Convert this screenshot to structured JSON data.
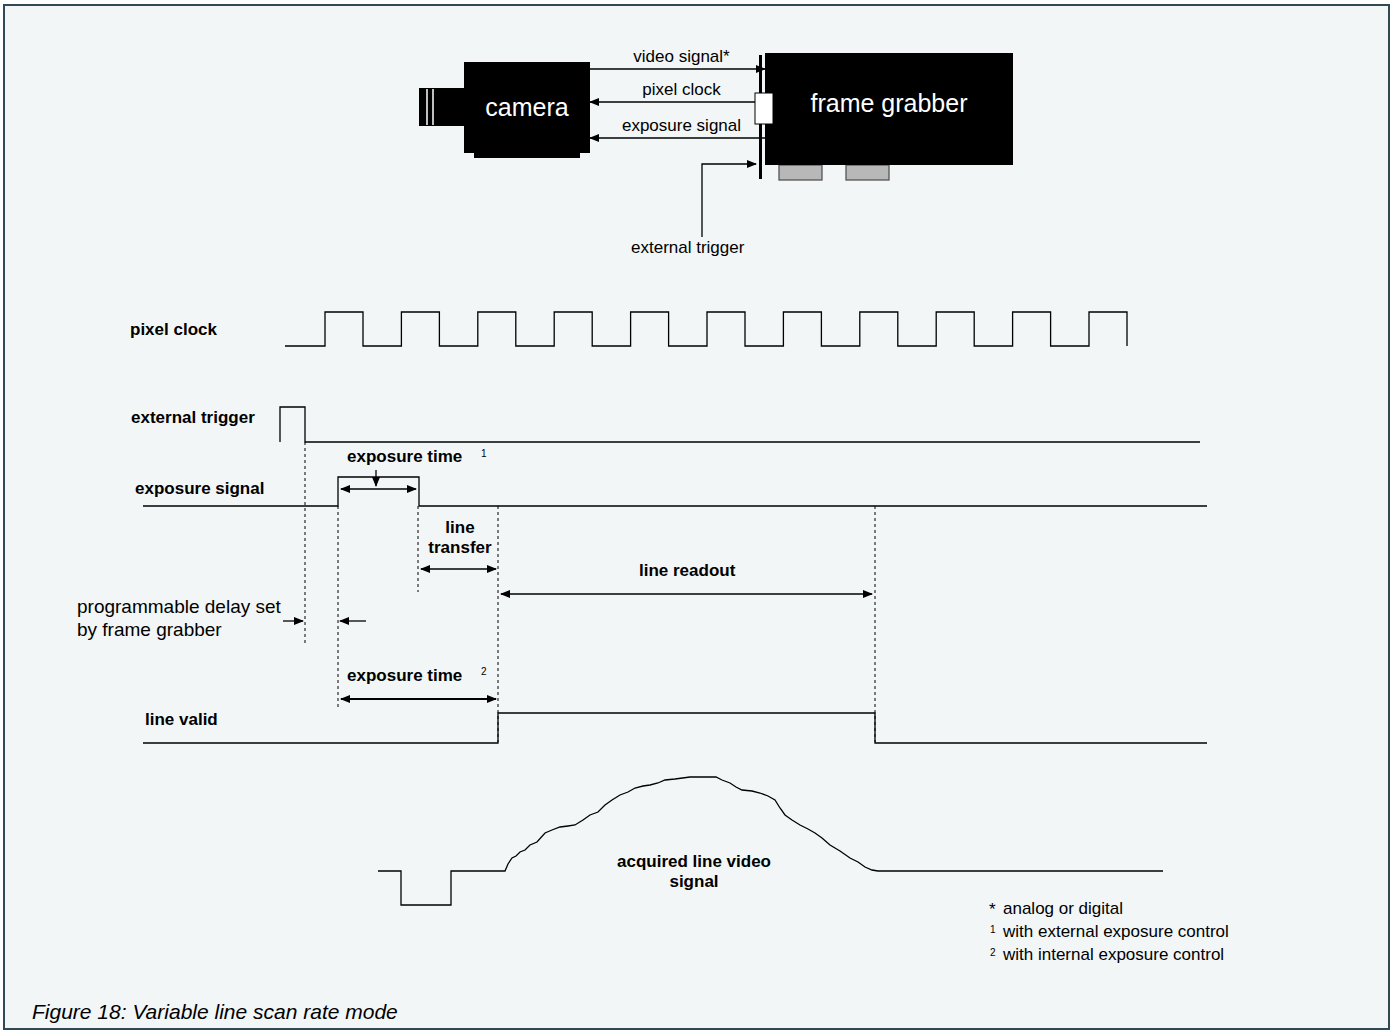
{
  "diagram": {
    "caption": "Figure 18: Variable line scan rate mode",
    "nodes": [
      {
        "text": [
          "camera"
        ]
      },
      {
        "text": [
          "frame grabber"
        ]
      }
    ],
    "edges": [
      {
        "from": 0,
        "to": 1,
        "arrow": "to",
        "label": "video signal*"
      },
      {
        "from": 1,
        "to": 0,
        "arrow": "to",
        "label": "pixel clock"
      },
      {
        "from": 1,
        "to": 0,
        "arrow": "to",
        "label": "exposure signal"
      }
    ],
    "labels": [
      "external trigger",
      "pixel clock",
      "external trigger",
      "exposure time",
      "1",
      "exposure signal",
      "line transfer",
      "line readout",
      "programmable delay set by frame grabber",
      "exposure time",
      "2",
      "line valid",
      "acquired line video signal",
      "*",
      "analog or digital",
      "1",
      "with external exposure control",
      "2",
      "with internal exposure control"
    ]
  }
}
